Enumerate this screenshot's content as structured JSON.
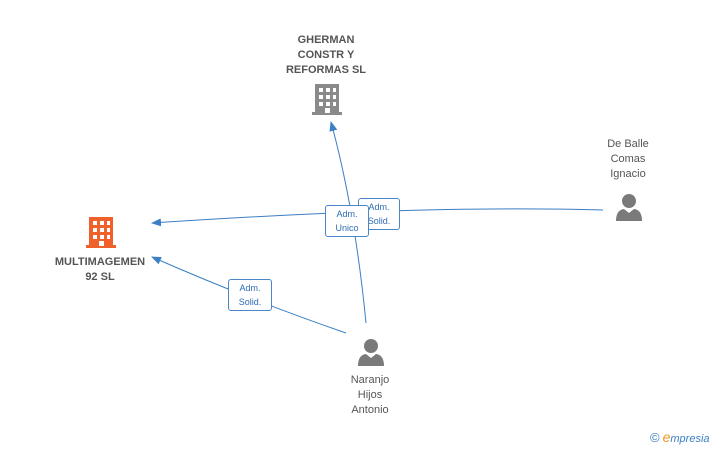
{
  "nodes": {
    "gherman": {
      "lines": [
        "GHERMAN",
        "CONSTR Y",
        "REFORMAS  SL"
      ],
      "type": "company"
    },
    "multimagemen": {
      "lines": [
        "MULTIMAGEMEN",
        "92  SL"
      ],
      "type": "company",
      "highlight": true
    },
    "deballe": {
      "lines": [
        "De Balle",
        "Comas",
        "Ignacio"
      ],
      "type": "person"
    },
    "naranjo": {
      "lines": [
        "Naranjo",
        "Hijos",
        "Antonio"
      ],
      "type": "person"
    }
  },
  "edges": [
    {
      "from": "naranjo",
      "to": "gherman",
      "label": [
        "Adm.",
        "Unico"
      ]
    },
    {
      "from": "deballe",
      "to": "multimagemen",
      "label": [
        "Adm.",
        "Solid."
      ]
    },
    {
      "from": "naranjo",
      "to": "multimagemen",
      "label": [
        "Adm.",
        "Solid."
      ]
    }
  ],
  "colors": {
    "company": "#8a8a8a",
    "highlight": "#f0602a",
    "person": "#7a7a7a",
    "edge": "#3b7fc4"
  },
  "watermark": {
    "symbol": "©",
    "brand_initial": "e",
    "brand_rest": "mpresia"
  }
}
